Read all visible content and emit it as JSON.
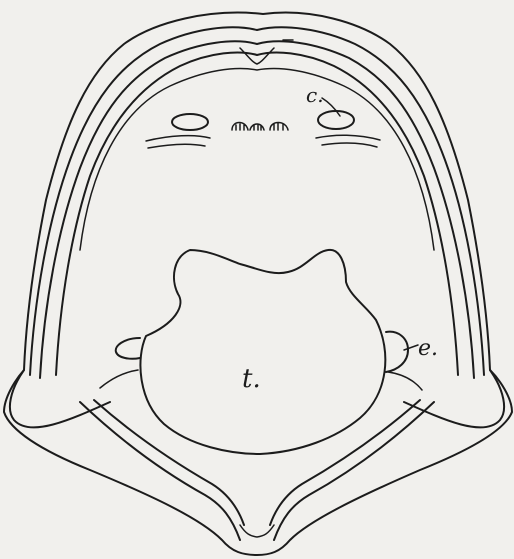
{
  "figure": {
    "labels": {
      "choana": "c.",
      "eustachian": "e.",
      "tongue": "t."
    },
    "colors": {
      "paper": "#f1f0ed",
      "ink": "#1c1c1c"
    }
  }
}
